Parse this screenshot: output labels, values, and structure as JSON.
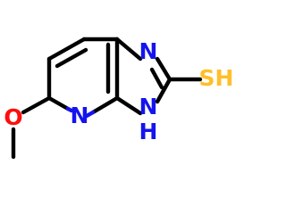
{
  "molecule": {
    "atoms": {
      "n_top": "N",
      "n_bottom": "N",
      "nh_bottom_n": "N",
      "nh_bottom_h": "H",
      "sh": "SH",
      "o": "O"
    },
    "colors": {
      "bond": "#000000",
      "nitrogen": "#1414ee",
      "oxygen": "#ff0d0d",
      "sulfur": "#ffbf2a"
    }
  }
}
